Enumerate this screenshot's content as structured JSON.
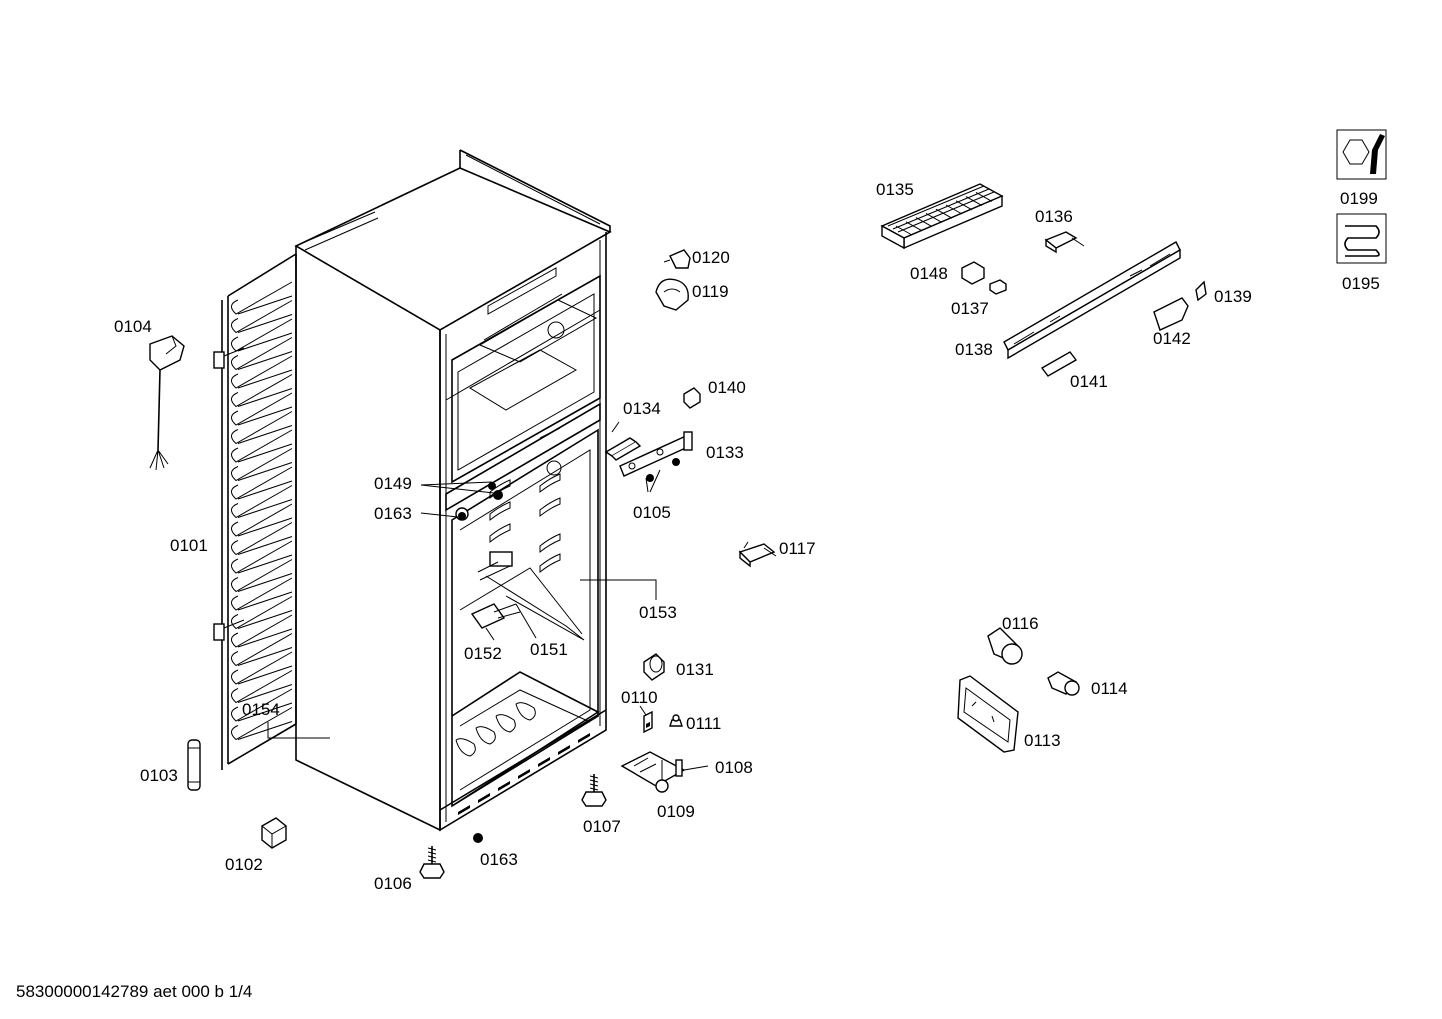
{
  "diagram": {
    "parts": [
      {
        "id": "0101",
        "label": "0101"
      },
      {
        "id": "0102",
        "label": "0102"
      },
      {
        "id": "0103",
        "label": "0103"
      },
      {
        "id": "0104",
        "label": "0104"
      },
      {
        "id": "0105",
        "label": "0105"
      },
      {
        "id": "0106",
        "label": "0106"
      },
      {
        "id": "0107",
        "label": "0107"
      },
      {
        "id": "0108",
        "label": "0108"
      },
      {
        "id": "0109",
        "label": "0109"
      },
      {
        "id": "0110",
        "label": "0110"
      },
      {
        "id": "0111",
        "label": "0111"
      },
      {
        "id": "0113",
        "label": "0113"
      },
      {
        "id": "0114",
        "label": "0114"
      },
      {
        "id": "0116",
        "label": "0116"
      },
      {
        "id": "0117",
        "label": "0117"
      },
      {
        "id": "0119",
        "label": "0119"
      },
      {
        "id": "0120",
        "label": "0120"
      },
      {
        "id": "0131",
        "label": "0131"
      },
      {
        "id": "0133",
        "label": "0133"
      },
      {
        "id": "0134",
        "label": "0134"
      },
      {
        "id": "0135",
        "label": "0135"
      },
      {
        "id": "0136",
        "label": "0136"
      },
      {
        "id": "0137",
        "label": "0137"
      },
      {
        "id": "0138",
        "label": "0138"
      },
      {
        "id": "0139",
        "label": "0139"
      },
      {
        "id": "0140",
        "label": "0140"
      },
      {
        "id": "0141",
        "label": "0141"
      },
      {
        "id": "0142",
        "label": "0142"
      },
      {
        "id": "0148",
        "label": "0148"
      },
      {
        "id": "0149",
        "label": "0149"
      },
      {
        "id": "0151",
        "label": "0151"
      },
      {
        "id": "0152",
        "label": "0152"
      },
      {
        "id": "0153",
        "label": "0153"
      },
      {
        "id": "0154",
        "label": "0154"
      },
      {
        "id": "0163a",
        "label": "0163"
      },
      {
        "id": "0163b",
        "label": "0163"
      },
      {
        "id": "0195",
        "label": "0195"
      },
      {
        "id": "0199",
        "label": "0199"
      }
    ],
    "icons": [
      {
        "id": "0199",
        "name": "nut-wrench-icon"
      },
      {
        "id": "0195",
        "name": "evaporator-coil-icon"
      }
    ],
    "footer": "58300000142789 aet 000 b 1/4"
  }
}
